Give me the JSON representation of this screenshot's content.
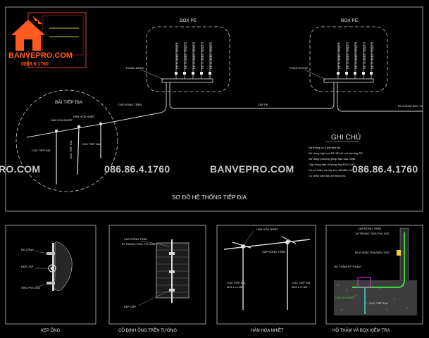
{
  "brand": {
    "name": "BANVEPRO.COM",
    "phone": "0868.6.1760"
  },
  "watermarks": {
    "left": "RO.COM",
    "phone_left": "086.86.4.1760",
    "center": "BANVEPRO.COM",
    "phone_right": "086.86.4.1760"
  },
  "main": {
    "box_pe_left": "BOX PE",
    "box_pe_right": "BOX PE",
    "thanh_dong_left": "THANH ĐỒNG",
    "thanh_dong_right": "THANH ĐỒNG",
    "circuit_labels": [
      "PE TỦ ĐIỆN TẦNG 1",
      "PE TỦ ĐIỆN TẦNG 2",
      "PE TỦ ĐIỆN TẦNG 3",
      "PE TỦ ĐIỆN TẦNG 4",
      "PE TỦ ĐIỆN TẦNG 5"
    ],
    "bai_tiep_dia": "BÃI TIẾP ĐỊA",
    "han_hoa_nhiet_1": "HÀN HÓA NHIỆT",
    "han_hoa_nhiet_2": "HÀN HÓA NHIỆT",
    "cap_dong_tran": "CÁP ĐỒNG TRẦN",
    "coc_tiep_dia_1": "CỌC TIẾP ĐỊA",
    "coc_tiep_dia_2": "CỌC TIẾP ĐỊA",
    "coc_tiep_dia_3": "CỌC TIẾP ĐỊA",
    "cap_pe": "CÁP PE",
    "cap_pe_right": "ĐI XUỐNG BOX TK",
    "title": "SƠ ĐỒ HỆ THỐNG TIẾP ĐỊA"
  },
  "notes": {
    "heading": "GHI CHÚ",
    "items": [
      "Hệ thống có 4 bãi tiếp địa.",
      "Sử dụng hộp box PE để kết nối các dây PE.",
      "Sử dụng phương pháp hàn hóa nhiệt.",
      "Cáp đồng trần đi trong ống PVC D32.",
      "Có hố thăm và hộp box để kiểm tra.",
      "Có nhãn dán địa chỉ thông tin."
    ]
  },
  "details": {
    "kep_ong": {
      "title": "KẸP ỐNG",
      "labels": [
        "BU LÔNG",
        "KẸP CẤP",
        "ỐNG PVC D32"
      ]
    },
    "co_dinh": {
      "title": "CỐ ĐỊNH ỐNG TRÊN TƯỜNG",
      "labels": [
        "CÁP ĐỒNG TRẦN",
        "ĐI TRONG ỐNG PVC D32",
        "KẸP CẤP"
      ]
    },
    "han_hoa": {
      "title": "HÀN HÓA NHIỆT",
      "labels": [
        "HÀN HÓA NHIỆT",
        "CÁP ĐỒNG TRẦN",
        "CỌC TIẾP ĐỊA",
        "Ø16 L=2.4M",
        "CỌC TIẾP ĐỊA",
        "Ø16 L=2.4M"
      ]
    },
    "ho_tham": {
      "title": "HỐ THĂM VÀ BOX KIỂM TRA",
      "labels": [
        "CÁP ĐỒNG TRẦN",
        "ĐI TRONG ỐNG PVC D32",
        "BOX KIỂM TRA ĐIỆN TRỞ",
        "HỐ THĂM KỸ THUẬT",
        "HÀN HÓA NHIỆT",
        "CỌC TIẾP ĐỊA"
      ]
    }
  }
}
